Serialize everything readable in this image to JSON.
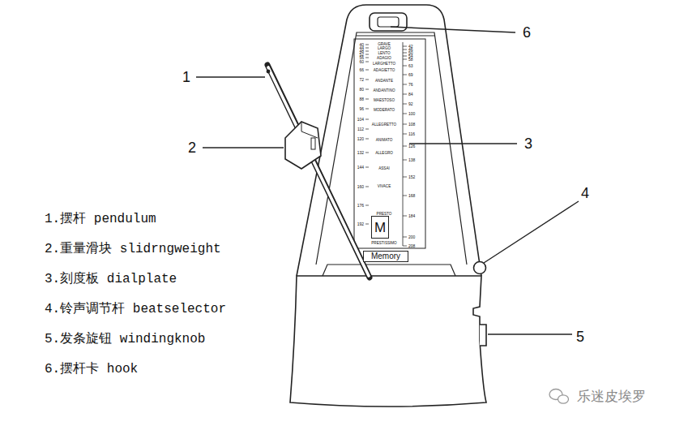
{
  "diagram": {
    "nodes": [
      {
        "text": [
          "M"
        ]
      },
      {
        "text": [
          "Memory"
        ]
      }
    ],
    "labels": [
      "1.摆杆 pendulum",
      "2.重量滑块 slidrngweight",
      "3.刻度板 dialplate",
      "4.铃声调节杆 beatselector",
      "5.发条旋钮 windingknob",
      "6.摆杆卡 hook",
      "1",
      "2",
      "3",
      "4",
      "5",
      "6",
      "40",
      "44",
      "48",
      "52",
      "56",
      "60",
      "66",
      "72",
      "80",
      "88",
      "96",
      "104",
      "112",
      "120",
      "132",
      "144",
      "160",
      "176",
      "192",
      "42",
      "46",
      "50",
      "54",
      "58",
      "63",
      "69",
      "76",
      "84",
      "92",
      "100",
      "108",
      "116",
      "126",
      "138",
      "152",
      "168",
      "184",
      "200",
      "208",
      "GRAVE",
      "LARGO",
      "LENTO",
      "ADAGIO",
      "LARGHETTO",
      "ADAGIETTO",
      "ANDANTE",
      "ANDANTINO",
      "MAESTOSO",
      "MODERATO",
      "ALLEGRETTO",
      "ANIMATO",
      "ALLEGRO",
      "ASSAI",
      "VIVACE",
      "PRESTO",
      "PRESTISSIMO",
      "乐迷皮埃罗"
    ]
  }
}
